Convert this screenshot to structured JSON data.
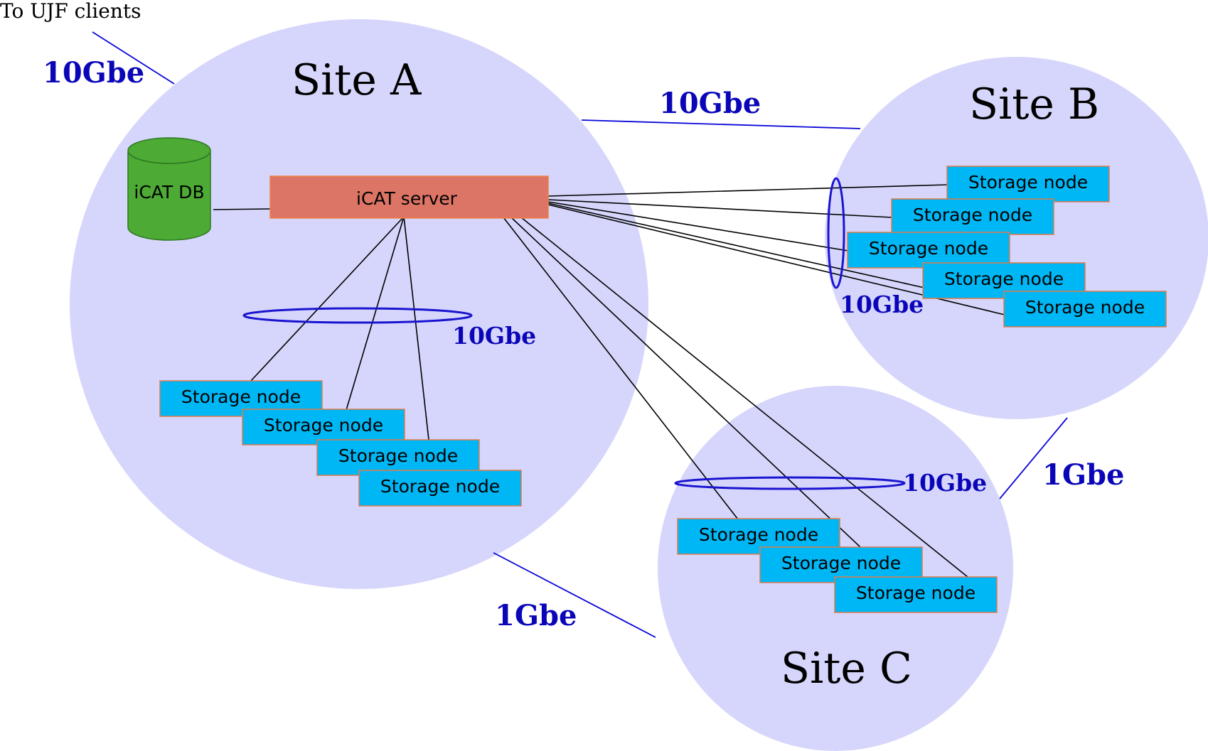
{
  "header": {
    "clients_label": "To UJF clients"
  },
  "sites": {
    "a": {
      "label": "Site A"
    },
    "b": {
      "label": "Site B"
    },
    "c": {
      "label": "Site C"
    }
  },
  "icat": {
    "db_label": "iCAT DB",
    "server_label": "iCAT server"
  },
  "storage_label": "Storage node",
  "links": {
    "clients": "10Gbe",
    "a_to_b": "10Gbe",
    "a_local": "10Gbe",
    "b_local": "10Gbe",
    "c_local": "10Gbe",
    "a_to_c": "1Gbe",
    "b_to_c": "1Gbe"
  },
  "colors": {
    "site_fill": "#d6d6fc",
    "server_fill": "#dd7566",
    "db_fill": "#4caa35",
    "storage_fill": "#00b7f5",
    "storage_border": "#e07a4a",
    "link_blue": "#0a06b8"
  }
}
